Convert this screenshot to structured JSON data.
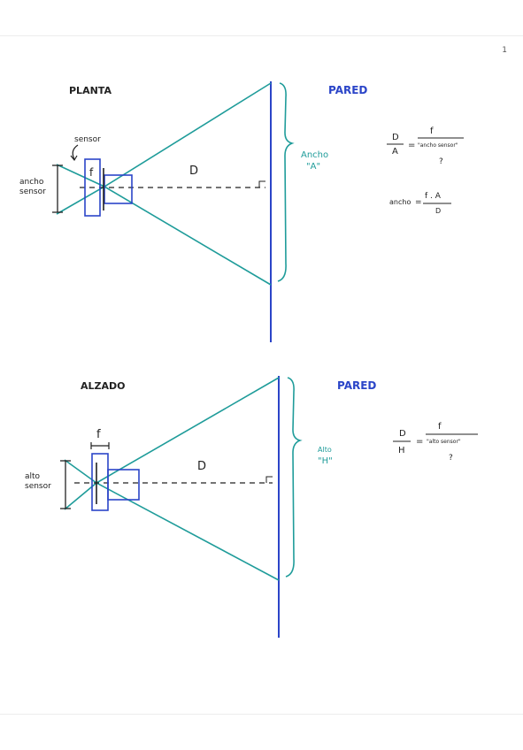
{
  "page": {
    "number": "1"
  },
  "colors": {
    "teal": "#1f9c9a",
    "blue": "#2b45c8",
    "ink": "#222222"
  },
  "planta": {
    "title": "PLANTA",
    "wall_label": "PARED",
    "sensor_label": "sensor",
    "sensor_dim_label_line1": "ancho",
    "sensor_dim_label_line2": "sensor",
    "focal_label": "f",
    "distance_label": "D",
    "width_label_line1": "Ancho",
    "width_label_line2": "\"A\"",
    "formula1_num": "D",
    "formula1_den": "A",
    "formula1_eq": "=",
    "formula1_rnum": "f",
    "formula1_rden": "\"ancho sensor\"",
    "formula1_q": "?",
    "formula2_lhs": "ancho",
    "formula2_eq": "=",
    "formula2_num": "f . A",
    "formula2_den": "D"
  },
  "alzado": {
    "title": "ALZADO",
    "wall_label": "PARED",
    "sensor_dim_label_line1": "alto",
    "sensor_dim_label_line2": "sensor",
    "focal_label": "f",
    "distance_label": "D",
    "height_label_line1": "Alto",
    "height_label_line2": "\"H\"",
    "formula_num": "D",
    "formula_den": "H",
    "formula_eq": "=",
    "formula_rnum": "f",
    "formula_rden": "\"alto sensor\"",
    "formula_q": "?"
  }
}
